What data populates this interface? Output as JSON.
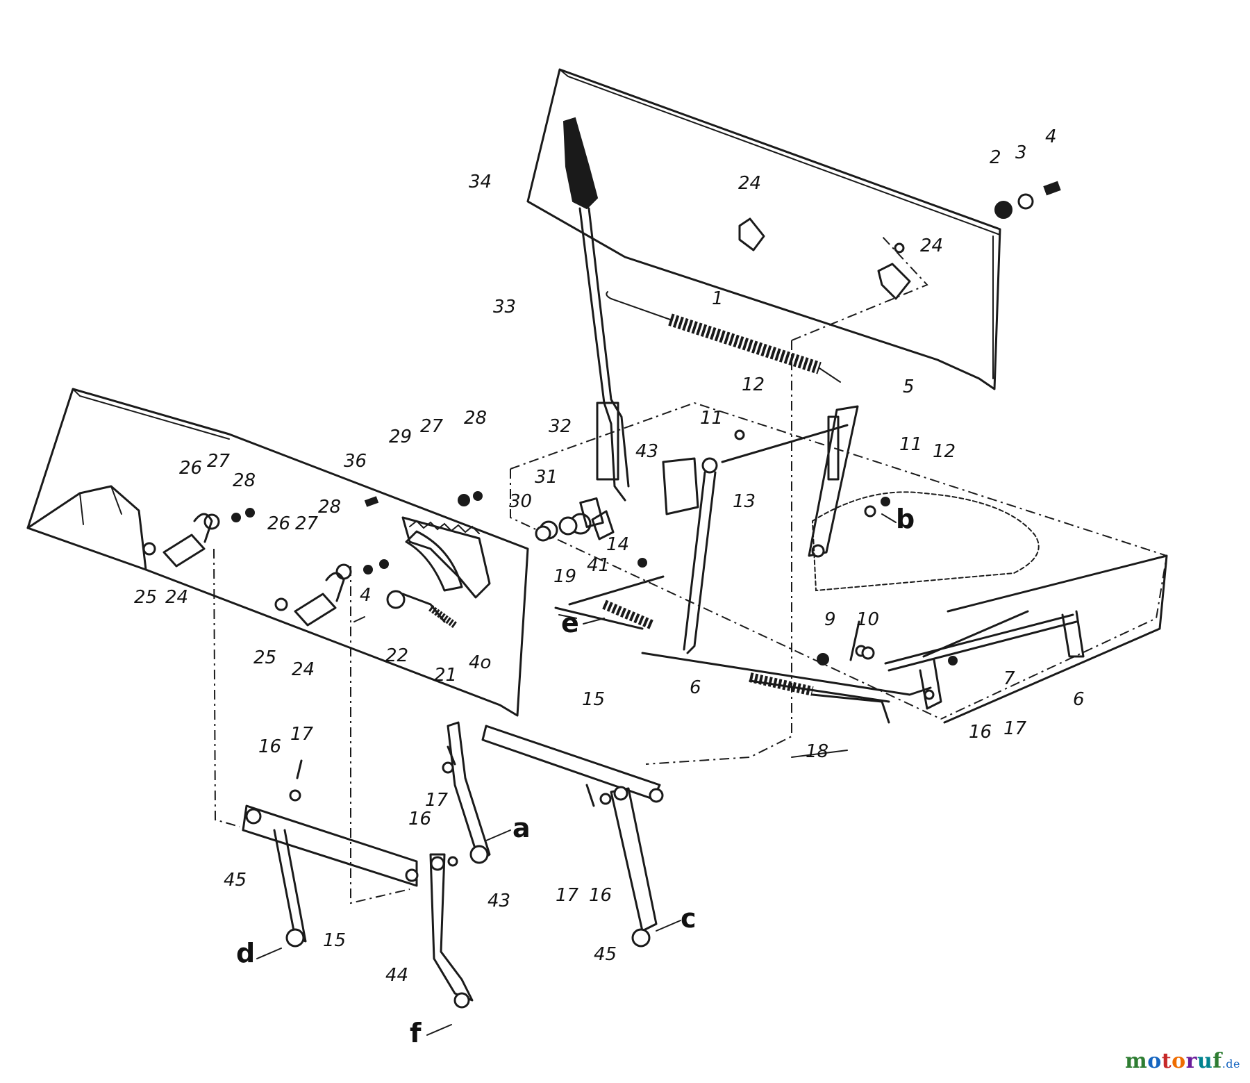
{
  "labels": {
    "l1": "1",
    "l2": "2",
    "l3": "3",
    "l4a": "4",
    "l4b": "4",
    "l5": "5",
    "l6a": "6",
    "l6b": "6",
    "l7": "7",
    "l9": "9",
    "l10": "10",
    "l11a": "11",
    "l11b": "11",
    "l12a": "12",
    "l12b": "12",
    "l13": "13",
    "l14": "14",
    "l15a": "15",
    "l15b": "15",
    "l16a": "16",
    "l16b": "16",
    "l16c": "16",
    "l16d": "16",
    "l17a": "17",
    "l17b": "17",
    "l17c": "17",
    "l17d": "17",
    "l18": "18",
    "l19": "19",
    "l21": "21",
    "l22": "22",
    "l24a": "24",
    "l24b": "24",
    "l24c": "24",
    "l24d": "24",
    "l25a": "25",
    "l25b": "25",
    "l26a": "26",
    "l26b": "26",
    "l27a": "27",
    "l27b": "27",
    "l27c": "27",
    "l28a": "28",
    "l28b": "28",
    "l28c": "28",
    "l29": "29",
    "l30": "30",
    "l31": "31",
    "l32": "32",
    "l33": "33",
    "l34": "34",
    "l36": "36",
    "l40": "4o",
    "l41": "41",
    "l43a": "43",
    "l43b": "43",
    "l44": "44",
    "l45a": "45",
    "l45b": "45",
    "la": "a",
    "lb": "b",
    "lc": "c",
    "ld": "d",
    "le": "e",
    "lf": "f"
  },
  "watermark": {
    "letters": [
      "m",
      "o",
      "t",
      "o",
      "r",
      "u",
      "f"
    ],
    "colors": [
      "#2e7d32",
      "#1565c0",
      "#c62828",
      "#ef6c00",
      "#6a1b9a",
      "#00838f",
      "#2e7d32"
    ],
    "suffix": ".de"
  }
}
